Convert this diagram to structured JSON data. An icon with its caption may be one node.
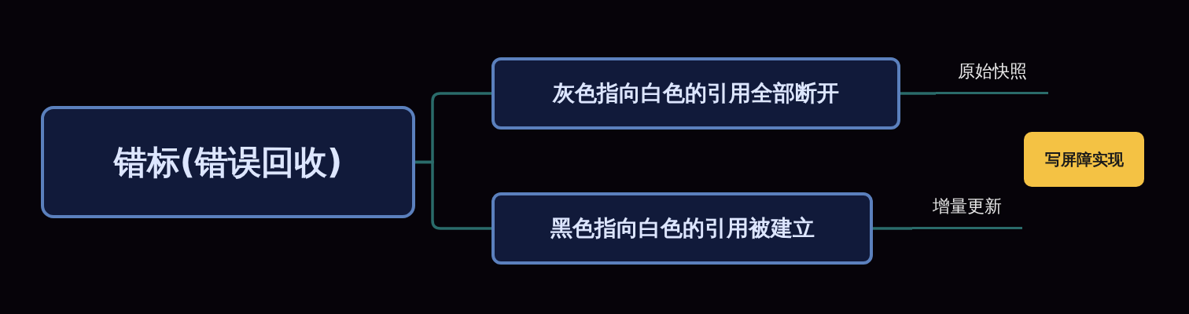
{
  "diagram": {
    "nodes": [
      {
        "text": [
          "错标(错误回收)"
        ]
      },
      {
        "text": [
          "灰色指向白色的引用全部断开"
        ]
      },
      {
        "text": [
          "黑色指向白色的引用被建立"
        ]
      },
      {
        "text": [
          "原始快照"
        ]
      },
      {
        "text": [
          "增量更新"
        ]
      },
      {
        "text": [
          "写屏障实现"
        ]
      }
    ],
    "edges": [
      {
        "from": 0,
        "to": 1,
        "arrow": "none"
      },
      {
        "from": 0,
        "to": 2,
        "arrow": "none"
      },
      {
        "from": 1,
        "to": 3,
        "arrow": "none"
      },
      {
        "from": 2,
        "to": 4,
        "arrow": "none"
      }
    ]
  }
}
